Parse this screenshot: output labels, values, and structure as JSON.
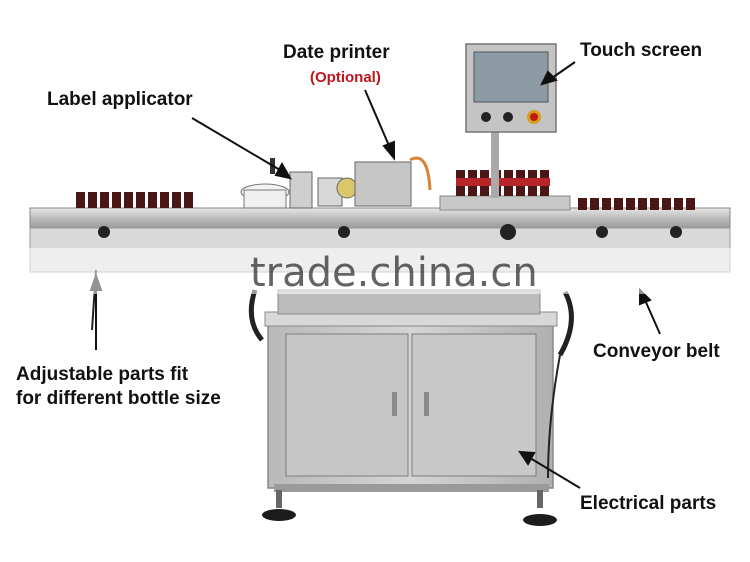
{
  "labels": {
    "date_printer": "Date printer",
    "optional": "(Optional)",
    "label_applicator": "Label applicator",
    "touch_screen": "Touch screen",
    "conveyor_belt": "Conveyor belt",
    "adjustable_line1": "Adjustable parts fit",
    "adjustable_line2": "for different bottle size",
    "electrical_parts": "Electrical parts"
  },
  "watermark": "trade.china.cn",
  "colors": {
    "label_text": "#111111",
    "optional_text": "#c0141c",
    "stainless": "#c9c9c9",
    "bottle_body": "#5a1a1a"
  }
}
